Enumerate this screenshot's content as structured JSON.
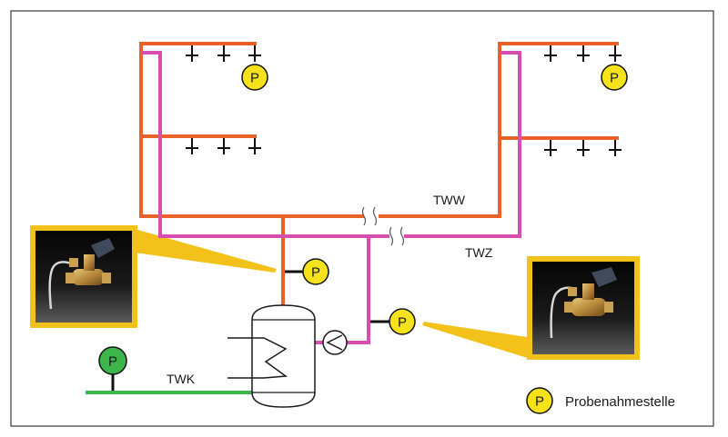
{
  "labels": {
    "tww": "TWW",
    "twz": "TWZ",
    "twk": "TWK"
  },
  "sample_point": {
    "letter": "P"
  },
  "legend": {
    "text": "Probenahmestelle"
  },
  "colors": {
    "tww_pipe": "#e8622a",
    "twz_pipe": "#d64fb0",
    "twk_pipe": "#3cb54a",
    "sample_yellow": "#f5e21a",
    "sample_green": "#3cb54a",
    "photo_frame": "#f2c21b",
    "frame_border": "#3a3a3a"
  }
}
